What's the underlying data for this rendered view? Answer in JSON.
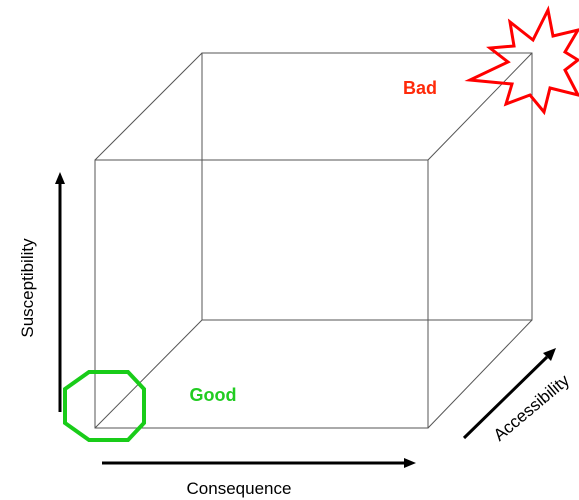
{
  "labels": {
    "bad": "Bad",
    "good": "Good"
  },
  "axes": {
    "x_label": "Consequence",
    "y_label": "Susceptibility",
    "z_label": "Accessibility"
  },
  "colors": {
    "bad": "#ff2a0a",
    "good": "#22cc22",
    "axis": "#000000",
    "edge": "#555555",
    "bad_marker": "#ff0000",
    "good_marker": "#19cc19"
  },
  "markers": {
    "bad": "starburst-icon",
    "good": "octagon-icon"
  }
}
